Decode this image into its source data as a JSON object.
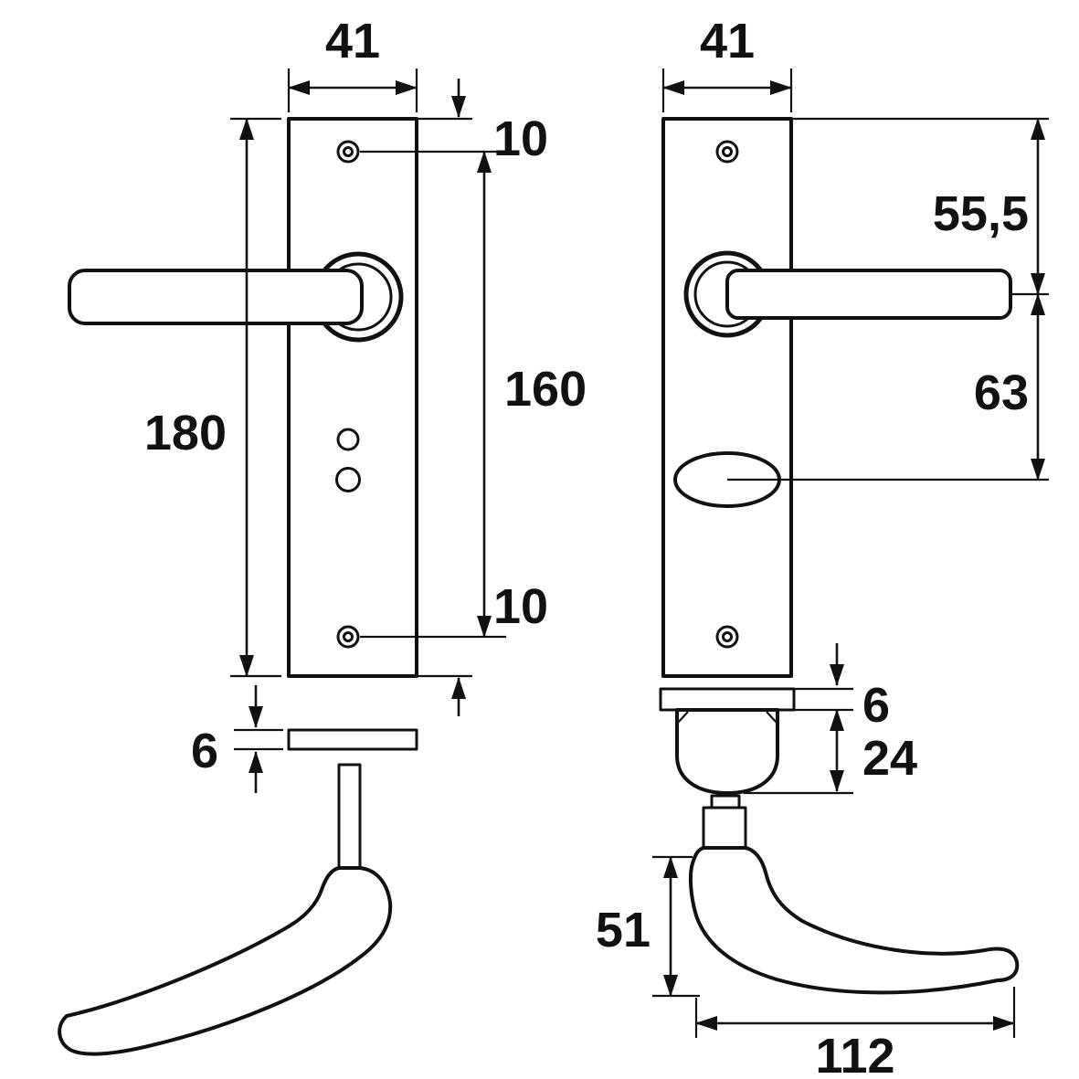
{
  "dimensions": {
    "front_view": {
      "plate_width": "41",
      "top_screw_to_edge": "10",
      "screw_spacing": "160",
      "bottom_screw_to_edge": "10",
      "plate_height": "180",
      "plate_thickness": "6"
    },
    "side_view": {
      "plate_width": "41",
      "top_to_handle_axis": "55,5",
      "handle_axis_to_keyhole": "63",
      "flange_thickness": "6",
      "nut_height": "24",
      "handle_height": "51",
      "handle_length": "112"
    }
  },
  "colors": {
    "line": "#111111",
    "background": "#ffffff"
  }
}
